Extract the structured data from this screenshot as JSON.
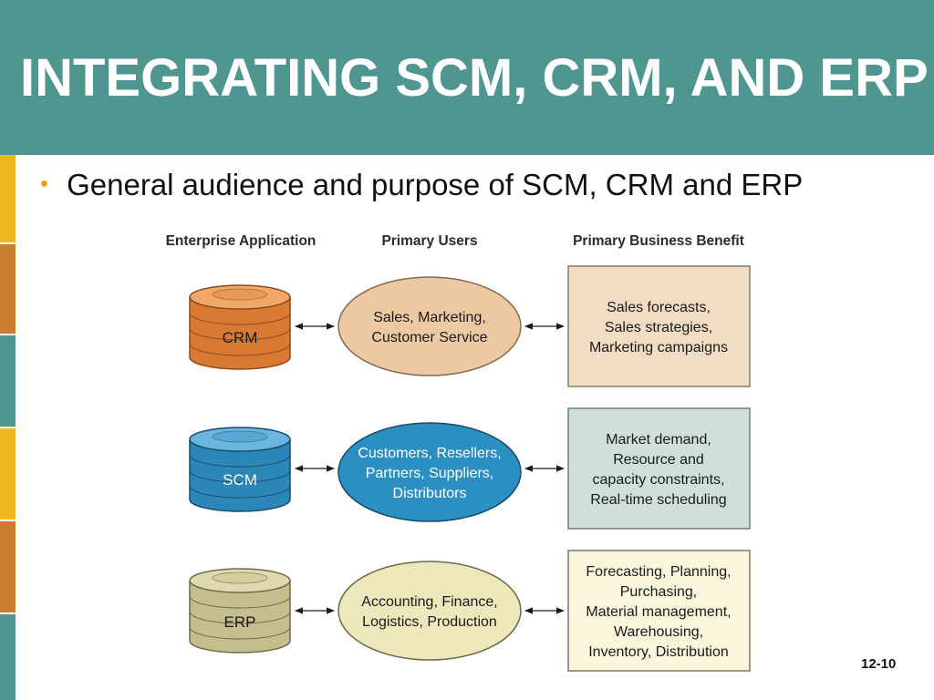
{
  "slide": {
    "title": "INTEGRATING SCM, CRM, AND ERP",
    "bullet": "General audience and purpose of SCM, CRM and ERP",
    "page_number": "12-10",
    "colors": {
      "header": "#4f9690",
      "bullet": "#e8a21f",
      "strip": [
        "#f0b81e",
        "#c97d2e",
        "#4f9690",
        "#f0b81e",
        "#c97d2e",
        "#4f9690"
      ]
    }
  },
  "diagram": {
    "headers": {
      "application": "Enterprise Application",
      "users": "Primary Users",
      "benefit": "Primary Business Benefit"
    },
    "rows": [
      {
        "app": "CRM",
        "color": "#d97a34",
        "users": [
          "Sales, Marketing,",
          "Customer Service"
        ],
        "oval_color": "#ecc9a3",
        "benefit": [
          "Sales forecasts,",
          "Sales strategies,",
          "Marketing campaigns"
        ],
        "box_color": "#f2dcc4"
      },
      {
        "app": "SCM",
        "color": "#2d86b8",
        "users": [
          "Customers, Resellers,",
          "Partners, Suppliers,",
          "Distributors"
        ],
        "oval_color": "#2c8fc2",
        "benefit": [
          "Market demand,",
          "Resource and",
          "capacity constraints,",
          "Real-time scheduling"
        ],
        "box_color": "#cfe0dc"
      },
      {
        "app": "ERP",
        "color": "#c4bd8e",
        "users": [
          "Accounting, Finance,",
          "Logistics, Production"
        ],
        "oval_color": "#ece8bc",
        "benefit": [
          "Forecasting, Planning,",
          "Purchasing,",
          "Material management,",
          "Warehousing,",
          "Inventory, Distribution"
        ],
        "box_color": "#f9f6dc"
      }
    ]
  }
}
